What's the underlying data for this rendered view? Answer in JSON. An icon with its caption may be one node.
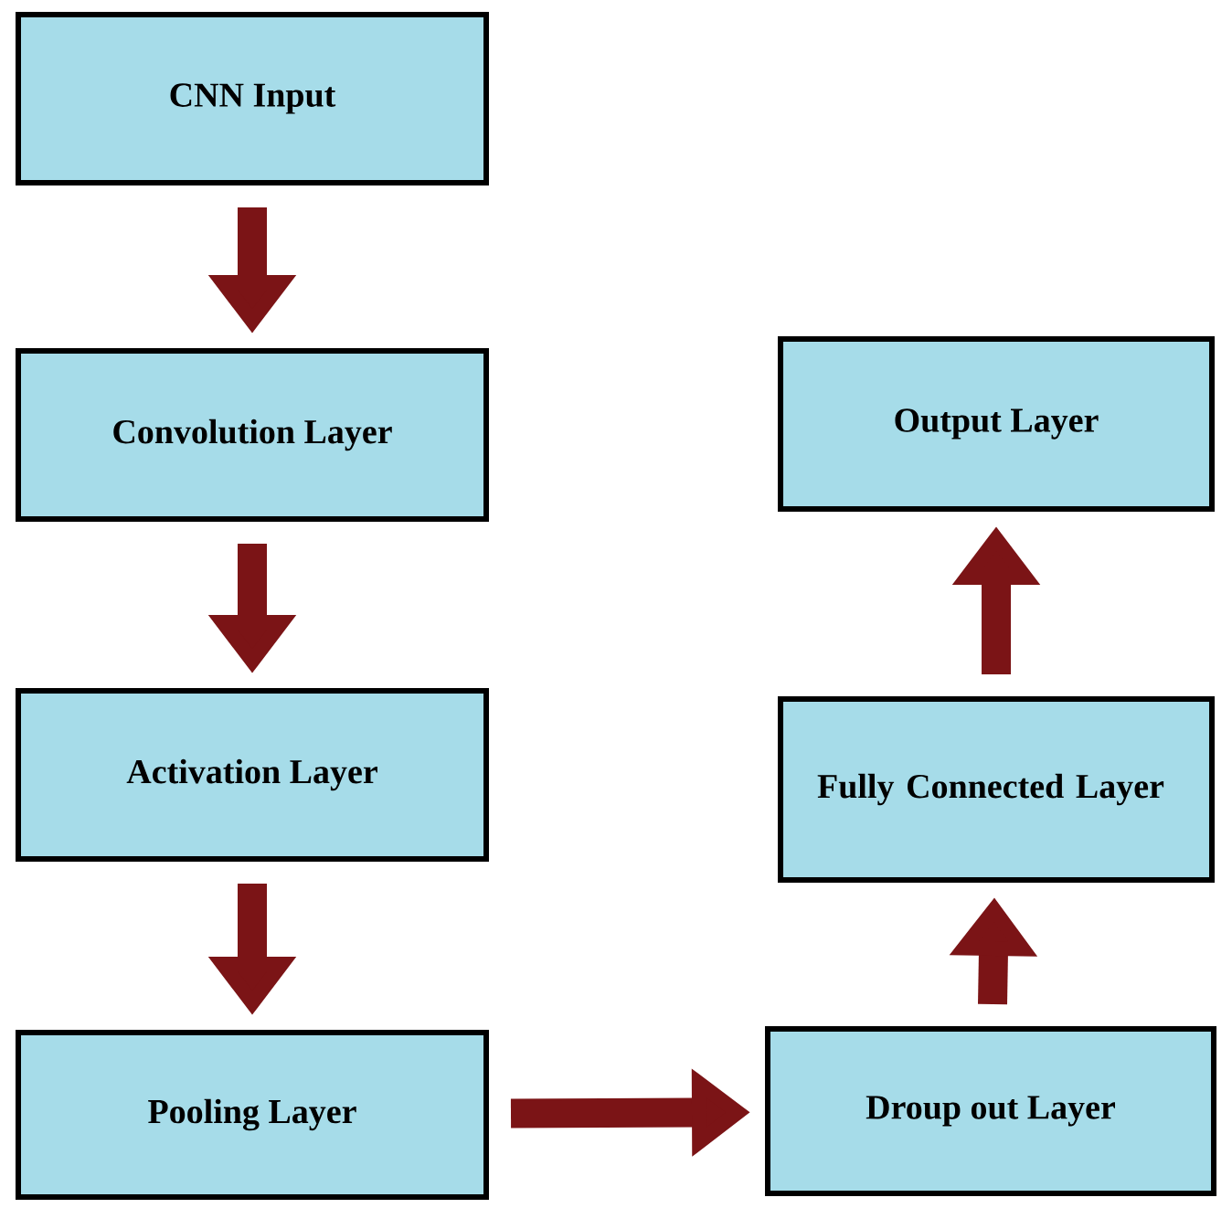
{
  "diagram": {
    "nodes": [
      {
        "text": [
          "CNN Input"
        ]
      },
      {
        "text": [
          "Convolution Layer"
        ]
      },
      {
        "text": [
          "Activation Layer"
        ]
      },
      {
        "text": [
          "Pooling Layer"
        ]
      },
      {
        "text": [
          "Droup out Layer"
        ]
      },
      {
        "text": [
          "Fully Connected Layer"
        ]
      },
      {
        "text": [
          "Output Layer"
        ]
      }
    ],
    "edges": [
      {
        "from": 0,
        "to": 1,
        "arrow": "to"
      },
      {
        "from": 1,
        "to": 2,
        "arrow": "to"
      },
      {
        "from": 2,
        "to": 3,
        "arrow": "to"
      },
      {
        "from": 3,
        "to": 4,
        "arrow": "to"
      },
      {
        "from": 4,
        "to": 5,
        "arrow": "to"
      },
      {
        "from": 5,
        "to": 6,
        "arrow": "to"
      }
    ]
  }
}
